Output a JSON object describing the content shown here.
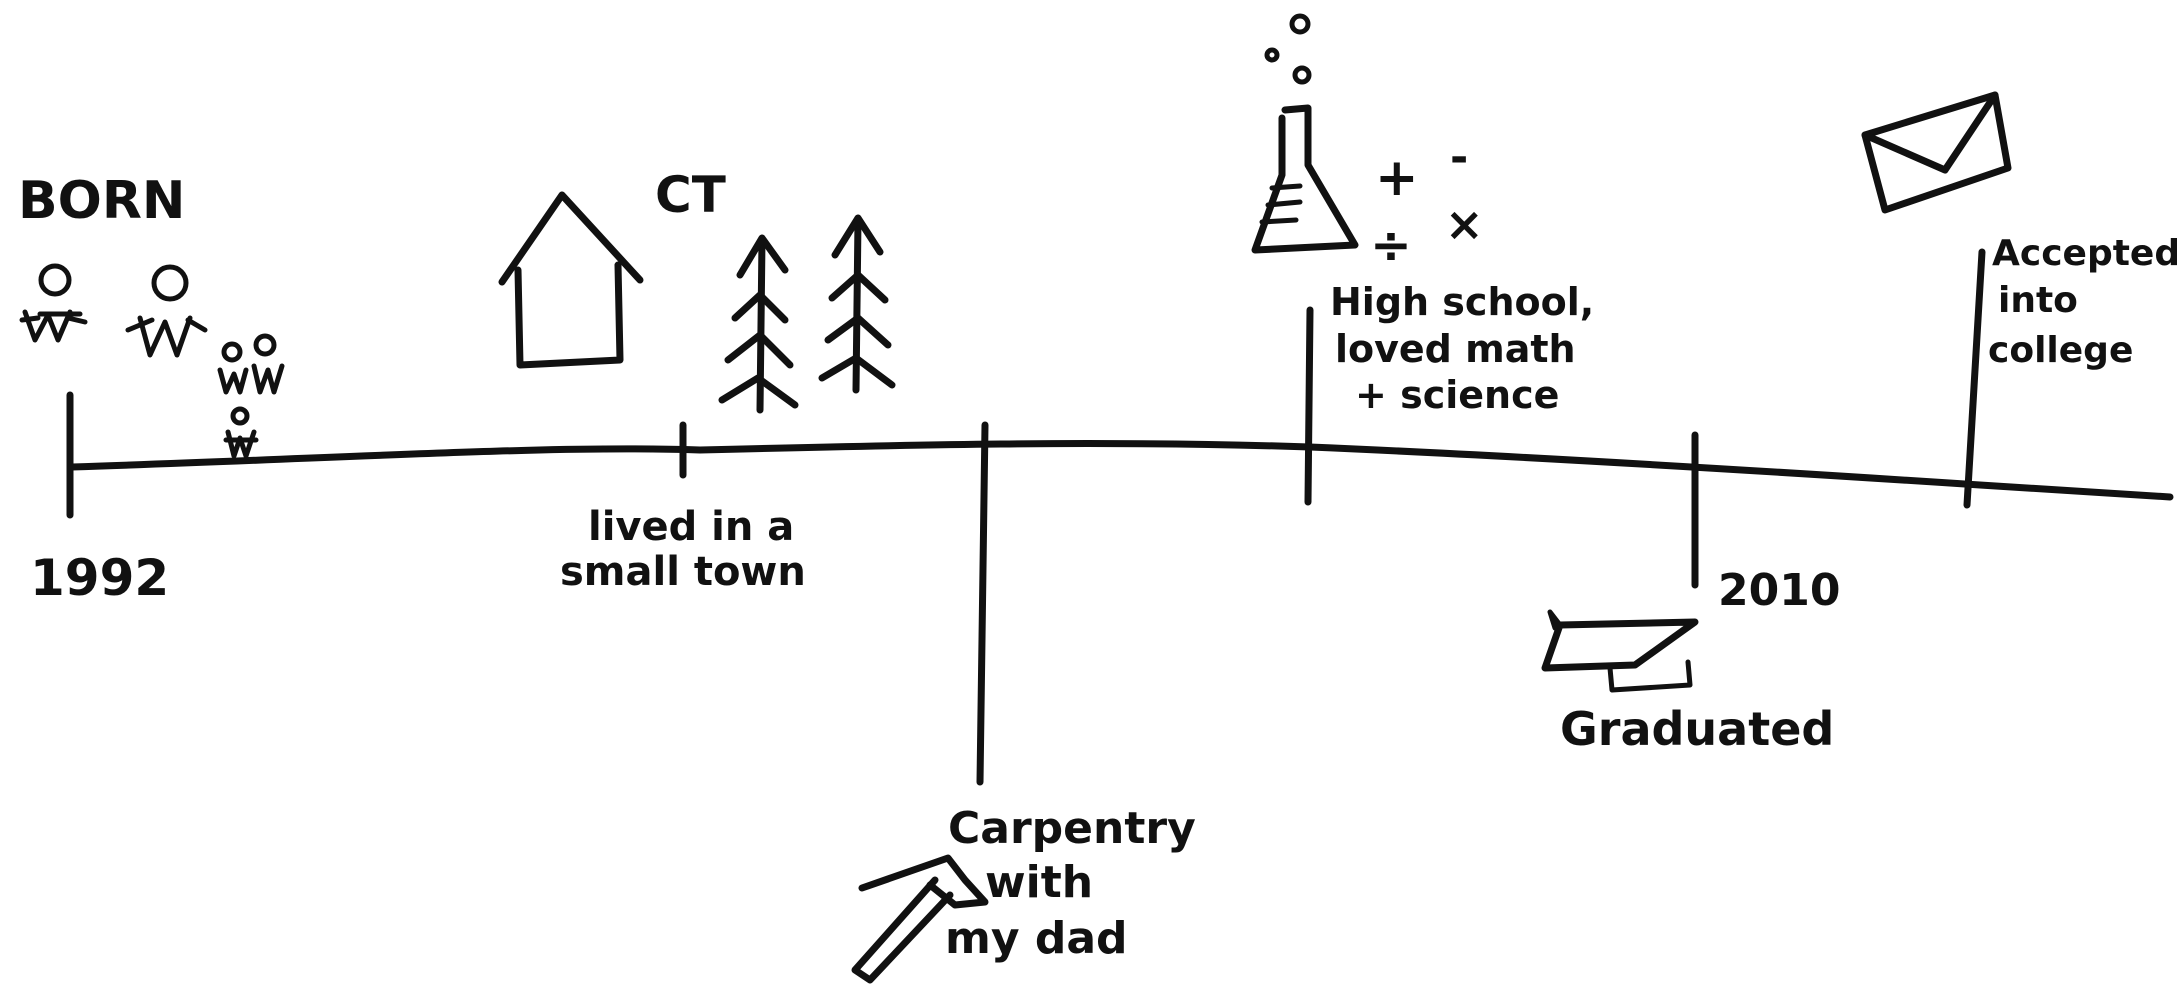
{
  "ink_color": "#111111",
  "background_color": "#ffffff",
  "labels": {
    "born": "BORN",
    "start_year": "1992",
    "state": "CT",
    "small_town_line1": "lived in a",
    "small_town_line2": "small town",
    "carpentry_line1": "Carpentry",
    "carpentry_line2": "with",
    "carpentry_line3": "my dad",
    "high_school_line1": "High school,",
    "high_school_line2": "loved math",
    "high_school_line3": "+ science",
    "end_year": "2010",
    "graduated": "Graduated",
    "college_line1": "Accepted",
    "college_line2": "into",
    "college_line3": "college",
    "math_plus": "+",
    "math_minus": "-",
    "math_divide": "÷",
    "math_times": "×"
  },
  "icons": [
    "family-icon",
    "house-icon",
    "pine-trees-icon",
    "hammer-icon",
    "flask-icon",
    "math-symbols-icon",
    "graduation-cap-icon",
    "envelope-icon"
  ]
}
